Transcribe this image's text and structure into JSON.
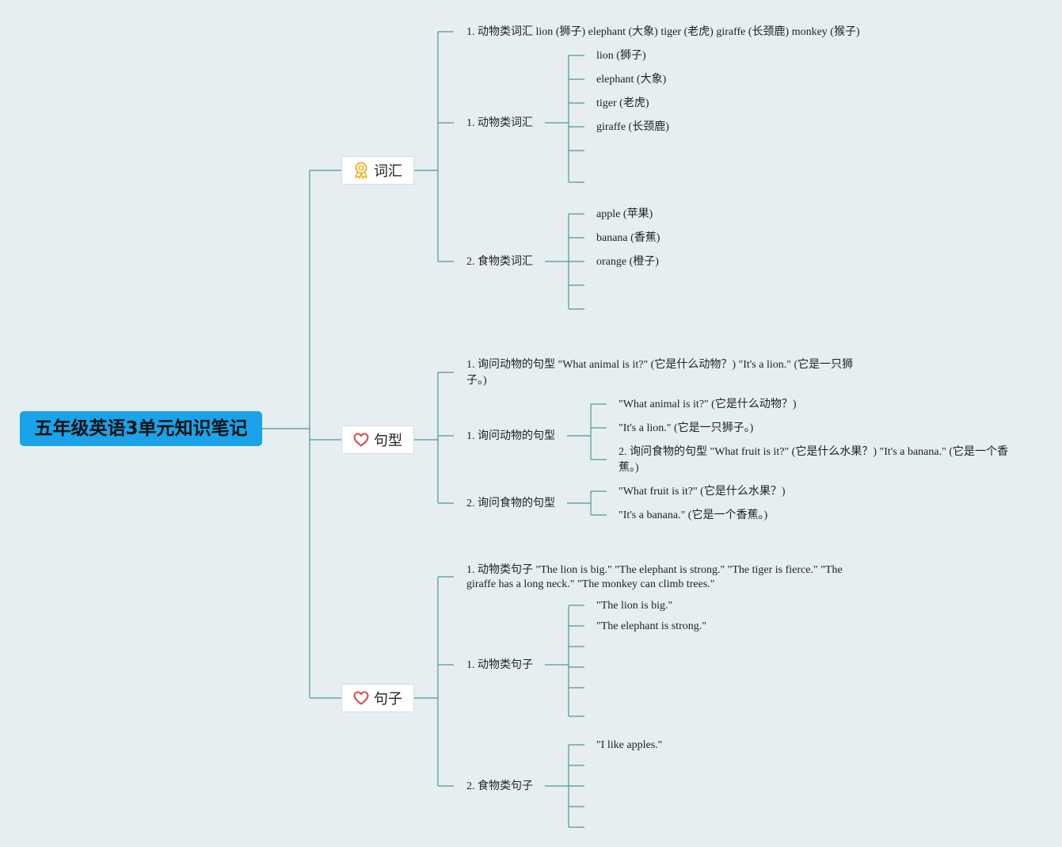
{
  "root": {
    "title": "五年级英语3单元知识笔记"
  },
  "branches": {
    "vocab": {
      "label": "词汇",
      "icon": "award-ribbon-icon",
      "summary": "1. 动物类词汇 lion (狮子) elephant (大象) tiger (老虎) giraffe (长颈鹿) monkey (猴子)",
      "animals": {
        "label": "1. 动物类词汇",
        "items": [
          "lion (狮子)",
          "elephant (大象)",
          "tiger (老虎)",
          "giraffe (长颈鹿)",
          "",
          ""
        ]
      },
      "food": {
        "label": "2. 食物类词汇",
        "items": [
          "apple (苹果)",
          "banana (香蕉)",
          "orange (橙子)",
          "",
          ""
        ]
      }
    },
    "patterns": {
      "label": "句型",
      "icon": "heart-icon",
      "summary": "1. 询问动物的句型 \"What animal is it?\" (它是什么动物？) \"It's a lion.\" (它是一只狮子。)",
      "animal": {
        "label": "1. 询问动物的句型",
        "items": [
          "\"What animal is it?\" (它是什么动物？)",
          "\"It's a lion.\" (它是一只狮子。)",
          "2. 询问食物的句型 \"What fruit is it?\" (它是什么水果？) \"It's a banana.\" (它是一个香蕉。)"
        ]
      },
      "food": {
        "label": "2. 询问食物的句型",
        "items": [
          "\"What fruit is it?\" (它是什么水果？)",
          "\"It's a banana.\" (它是一个香蕉。)"
        ]
      }
    },
    "sentences": {
      "label": "句子",
      "icon": "heart-icon",
      "summary": "1. 动物类句子 \"The lion is big.\" \"The elephant is strong.\" \"The tiger is fierce.\" \"The giraffe has a long neck.\" \"The monkey can climb trees.\"",
      "animal": {
        "label": "1. 动物类句子",
        "items": [
          "\"The lion is big.\"",
          "\"The elephant is strong.\"",
          "",
          "",
          "",
          ""
        ]
      },
      "food": {
        "label": "2. 食物类句子",
        "items": [
          "\"I like apples.\"",
          "",
          "",
          "",
          ""
        ]
      }
    }
  },
  "colors": {
    "background": "#e6eef1",
    "root": "#1aa3e8",
    "connector": "#4e9a8c",
    "award_icon": "#f0b429",
    "heart_icon": "#e04545"
  }
}
